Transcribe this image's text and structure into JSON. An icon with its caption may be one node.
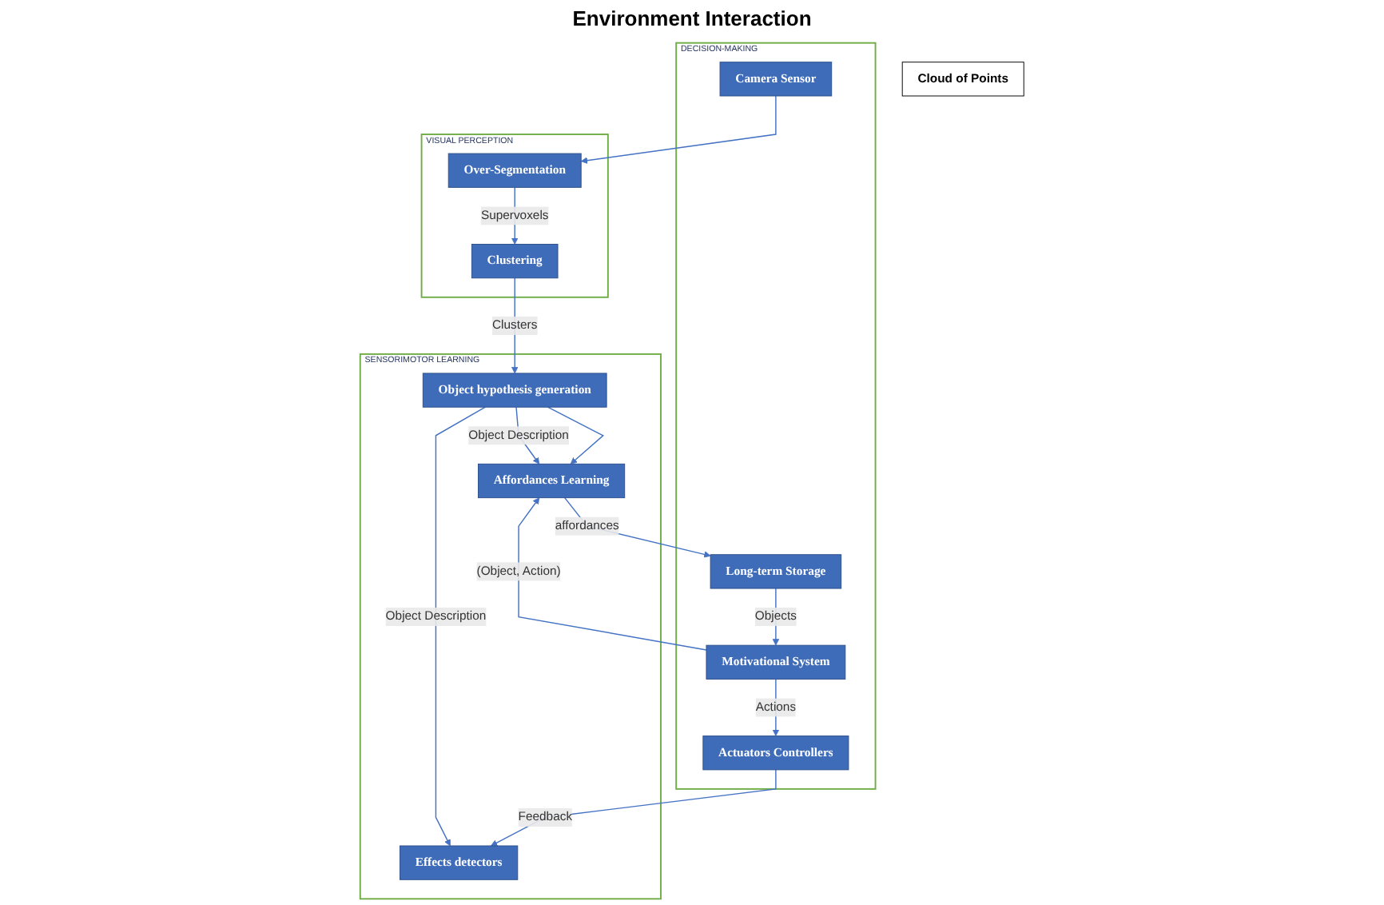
{
  "diagram": {
    "nodes": [
      {
        "text": [
          "Cloud of Points"
        ]
      },
      {
        "text": [
          "VISUAL PERCEPTION"
        ]
      },
      {
        "text": [
          "Over-Segmentation"
        ],
        "in": 1
      },
      {
        "text": [
          "Clustering"
        ],
        "in": 1
      },
      {
        "text": [
          "SENSORIMOTOR LEARNING"
        ]
      },
      {
        "text": [
          "Object hypothesis generation"
        ],
        "in": 4
      },
      {
        "text": [
          "Effects detectors"
        ],
        "in": 4
      },
      {
        "text": [
          "Affordances Learning"
        ],
        "in": 4
      },
      {
        "text": [
          "DECISION-MAKING"
        ]
      },
      {
        "text": [
          "Camera Sensor"
        ],
        "in": 8
      },
      {
        "text": [
          "Actuators Controllers"
        ],
        "in": 8
      },
      {
        "text": [
          "Motivational System"
        ],
        "in": 8
      },
      {
        "text": [
          "Long-term Storage"
        ],
        "in": 8
      }
    ],
    "edges": [
      {
        "from": 9,
        "to": 2,
        "arrow": "to"
      },
      {
        "from": 2,
        "to": 3,
        "label": "Supervoxels",
        "arrow": "to"
      },
      {
        "from": 3,
        "to": 5,
        "label": "Clusters",
        "arrow": "to"
      },
      {
        "from": 5,
        "to": 7,
        "label": "Object Description",
        "arrow": "to"
      },
      {
        "from": 5,
        "to": 6,
        "label": "Object Description",
        "arrow": "to"
      },
      {
        "from": 5,
        "to": 7,
        "arrow": "to"
      },
      {
        "from": 10,
        "to": 6,
        "label": "Feedback",
        "arrow": "to"
      },
      {
        "from": 11,
        "to": 7,
        "label": "(Object, Action)",
        "arrow": "to"
      },
      {
        "from": 7,
        "to": 12,
        "label": "affordances",
        "arrow": "to"
      },
      {
        "from": 12,
        "to": 11,
        "label": "Objects",
        "arrow": "to"
      },
      {
        "from": 11,
        "to": 10,
        "label": "Actions",
        "arrow": "to"
      }
    ],
    "labels": [
      "Environment Interaction"
    ]
  }
}
